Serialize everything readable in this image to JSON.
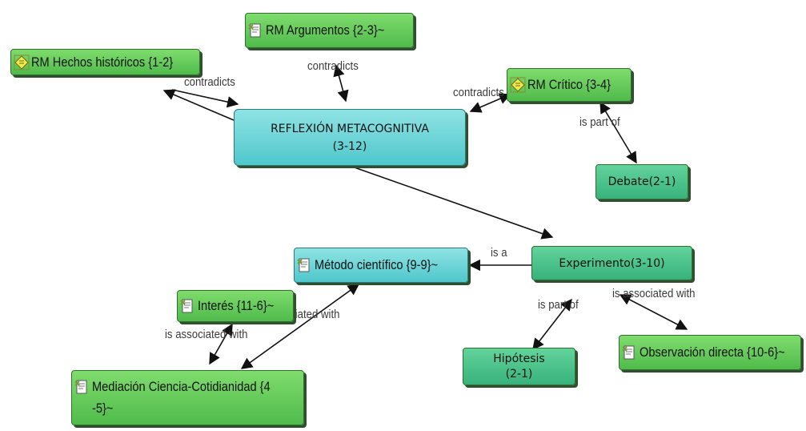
{
  "nodes": {
    "rm_hechos": {
      "label": "RM Hechos históricos {1-2}",
      "icon": "diamond-quote-icon"
    },
    "rm_argumentos": {
      "label": "RM Argumentos {2-3}~",
      "icon": "document-quote-icon"
    },
    "rm_critico": {
      "label": "RM Crítico {3-4}",
      "icon": "diamond-quote-icon"
    },
    "reflexion": {
      "line1": "REFLEXIÓN METACOGNITIVA",
      "line2": "(3-12)"
    },
    "debate": {
      "label": "Debate(2-1)"
    },
    "metodo": {
      "label": "Método científico {9-9}~",
      "icon": "document-quote-icon"
    },
    "experimento": {
      "label": "Experimento(3-10)"
    },
    "interes": {
      "label": "Interés {11-6}~",
      "icon": "document-quote-icon"
    },
    "mediacion": {
      "line1": "Mediación Ciencia-Cotidianidad {4",
      "line2": "-5}~",
      "icon": "document-quote-icon"
    },
    "hipotesis": {
      "line1": "Hipótesis",
      "line2": "(2-1)"
    },
    "observacion": {
      "label": "Observación directa {10-6}~",
      "icon": "document-quote-icon"
    }
  },
  "edge_labels": {
    "contradicts_hechos": "contradicts",
    "contradicts_argumentos": "contradicts",
    "contradicts_critico": "contradicts",
    "is_part_of_debate": "is part of",
    "is_a": "is a",
    "is_part_of_hipotesis": "is part of",
    "is_associated_with_observacion": "is associated with",
    "is_associated_with_interes": "is associated with",
    "is_associated_with_metodo": "is associated with"
  },
  "colors": {
    "node_green": "#4fbb4b",
    "node_teal_green": "#38b27c",
    "node_teal": "#4fc7cc",
    "edge": "#111111"
  }
}
